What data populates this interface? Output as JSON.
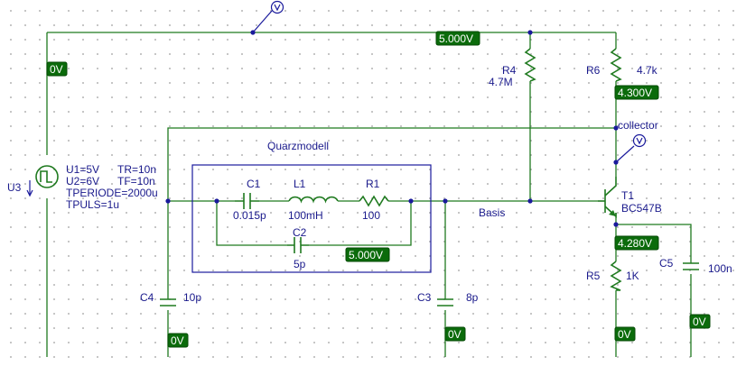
{
  "labels": {
    "quarz_title": "Quarzmodell",
    "u3_name": "U3",
    "u3_u1": "U1=5V",
    "u3_u2": "U2=6V",
    "u3_tr": "TR=10n",
    "u3_tf": "TF=10n",
    "u3_tperiode": "TPERIODE=2000u",
    "u3_tpuls": "TPULS=1u",
    "c1_name": "C1",
    "c1_value": "0.015p",
    "l1_name": "L1",
    "l1_value": "100mH",
    "r1_name": "R1",
    "r1_value": "100",
    "c2_name": "C2",
    "c2_value": "5p",
    "c3_name": "C3",
    "c3_value": "8p",
    "c4_name": "C4",
    "c4_value": "10p",
    "c5_name": "C5",
    "c5_value": "100n",
    "r4_name": "R4",
    "r4_value": "4.7M",
    "r5_name": "R5",
    "r5_value": "1K",
    "r6_name": "R6",
    "r6_value": "4.7k",
    "t1_name": "T1",
    "t1_value": "BC547B",
    "basis_net": "Basis",
    "collector_net": "collector"
  },
  "voltages": {
    "supply": "5.000V",
    "u3_node": "0V",
    "collector_node": "4.300V",
    "emitter_node": "4.280V",
    "c2_node": "5.000V",
    "c4_node": "0V",
    "c3_node": "0V",
    "r5_node": "0V",
    "c5_node": "0V"
  },
  "colors": {
    "wire": "#1f7a1f",
    "label": "#1a1a8c",
    "badge": "#0b6b0b"
  }
}
